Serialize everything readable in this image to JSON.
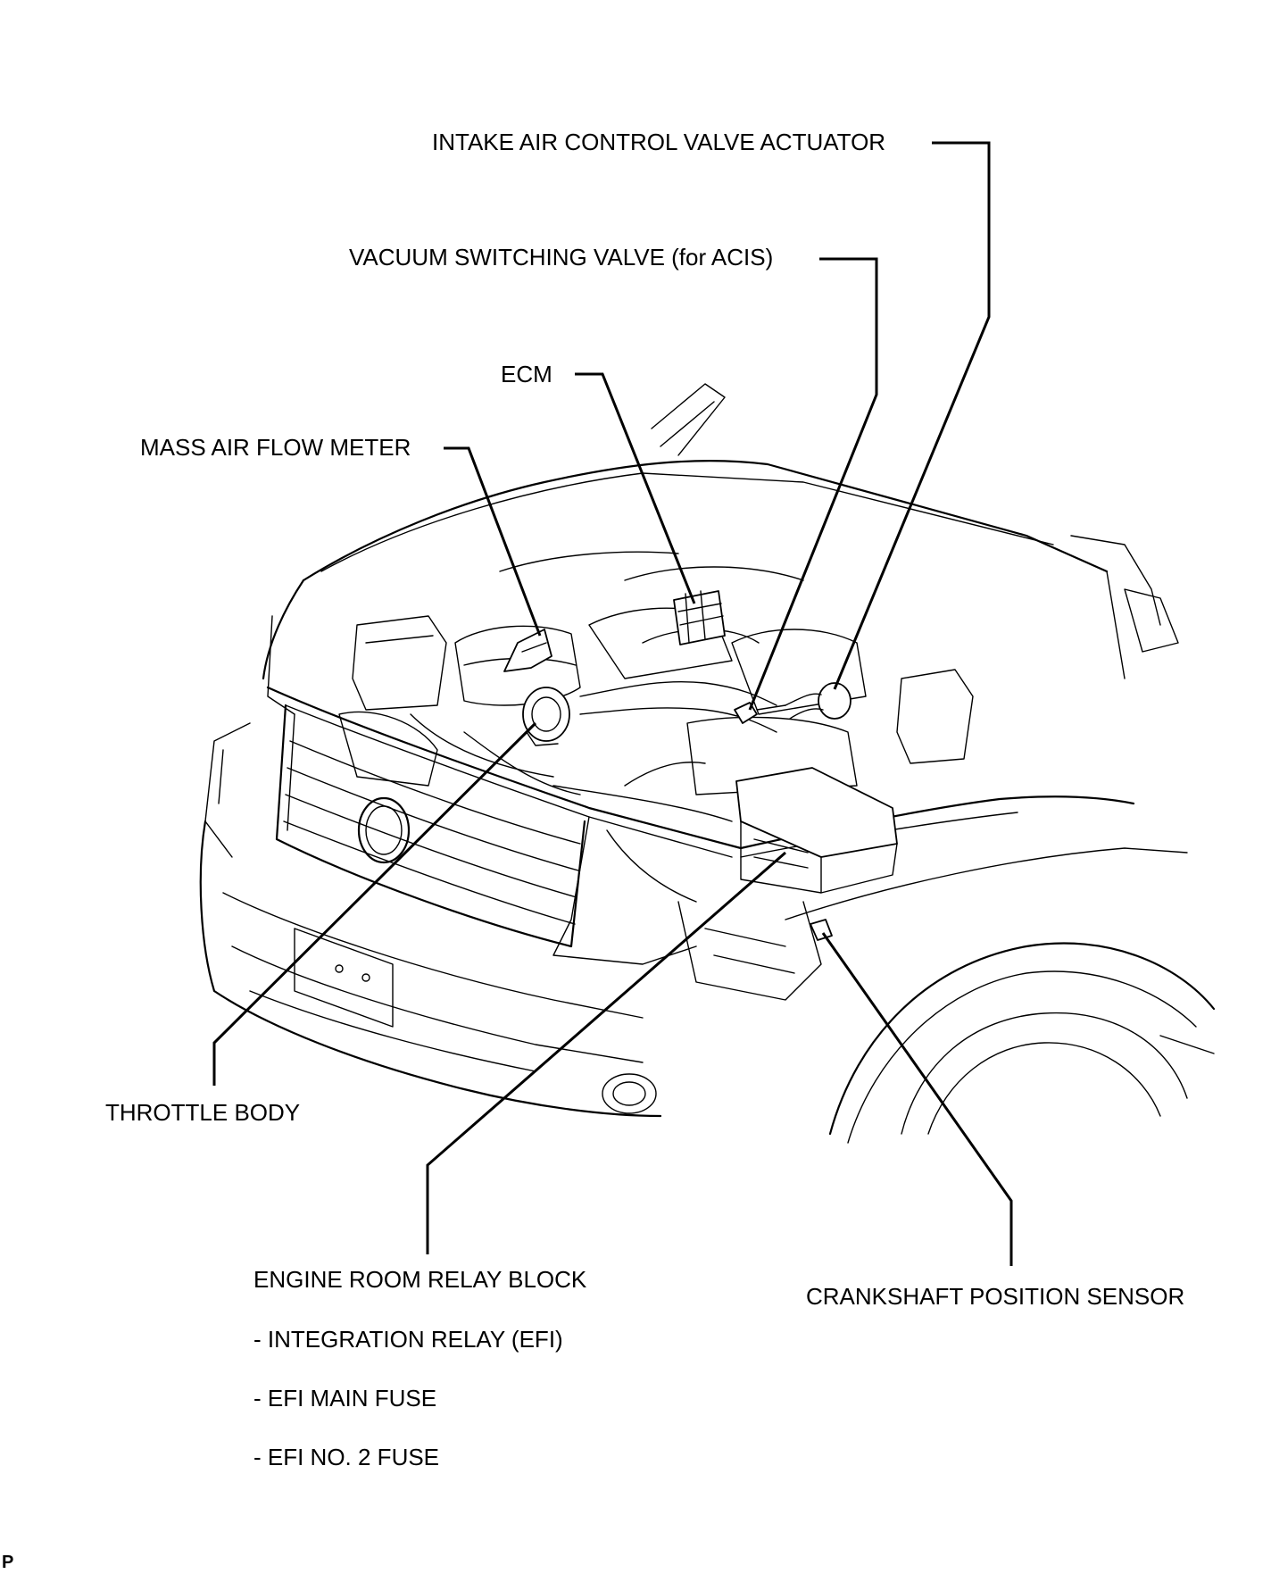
{
  "labels": {
    "intake_air_control_valve_actuator": "INTAKE AIR CONTROL VALVE ACTUATOR",
    "vacuum_switching_valve": "VACUUM SWITCHING VALVE (for ACIS)",
    "ecm": "ECM",
    "mass_air_flow_meter": "MASS AIR FLOW METER",
    "throttle_body": "THROTTLE BODY",
    "engine_room_relay_block": "ENGINE ROOM RELAY BLOCK",
    "integration_relay": "- INTEGRATION RELAY (EFI)",
    "efi_main_fuse": "- EFI MAIN FUSE",
    "efi_no2_fuse": "- EFI NO. 2 FUSE",
    "crankshaft_position_sensor": "CRANKSHAFT POSITION SENSOR"
  },
  "corner_mark": "P"
}
